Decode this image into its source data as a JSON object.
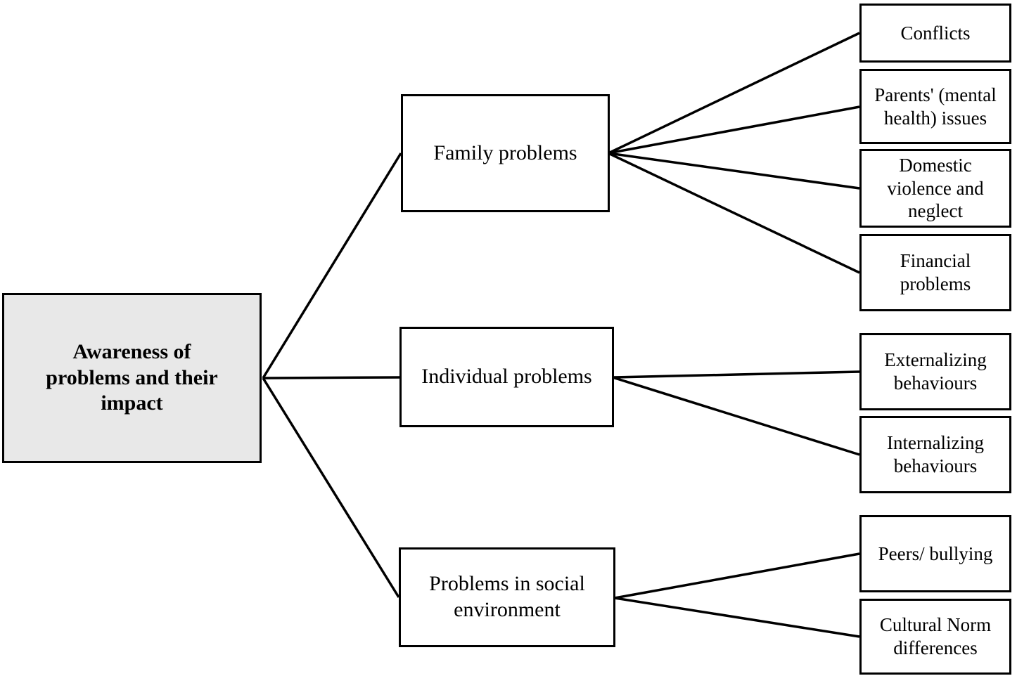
{
  "diagram": {
    "title": "Awareness of problems concept map",
    "root": {
      "label": "Awareness of\nproblems and their\nimpact"
    },
    "branches": [
      {
        "label": "Family problems",
        "children": [
          {
            "label": "Conflicts"
          },
          {
            "label": "Parents' (mental\nhealth) issues"
          },
          {
            "label": "Domestic\nviolence and\nneglect"
          },
          {
            "label": "Financial\nproblems"
          }
        ]
      },
      {
        "label": "Individual problems",
        "children": [
          {
            "label": "Externalizing\nbehaviours"
          },
          {
            "label": "Internalizing\nbehaviours"
          }
        ]
      },
      {
        "label": "Problems in social\nenvironment",
        "children": [
          {
            "label": "Peers/ bullying"
          },
          {
            "label": "Cultural Norm\ndifferences"
          }
        ]
      }
    ],
    "colors": {
      "root_fill": "#e8e8e8",
      "node_fill": "#ffffff",
      "border": "#000000",
      "line": "#000000",
      "background": "#ffffff"
    }
  }
}
